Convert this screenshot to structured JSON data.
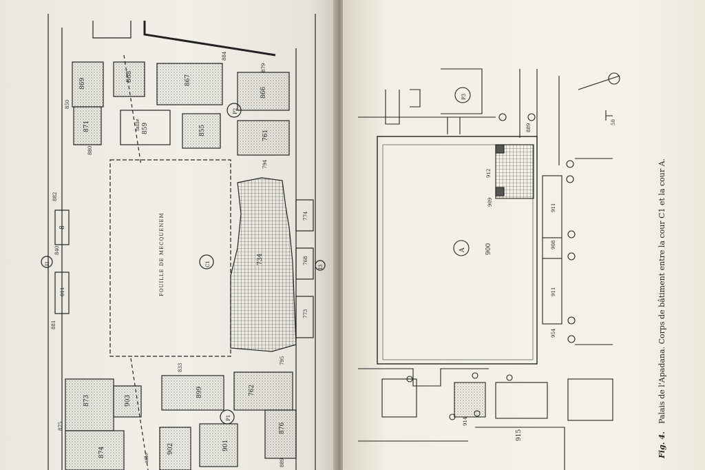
{
  "left_plan": {
    "room_labels": {
      "r869": "869",
      "r868": "868",
      "r867": "867",
      "r866": "866",
      "r871": "871",
      "r859": "859",
      "r855": "855",
      "r761": "761",
      "r850": "850",
      "r880": "880",
      "r884": "884",
      "r879": "879",
      "r794": "794",
      "r774": "774",
      "r882": "882",
      "r8": "8",
      "r840": "840",
      "r734": "734",
      "r768": "768",
      "r811": "811",
      "r881": "881",
      "r773": "773",
      "r833": "833",
      "r795": "795",
      "r873": "873",
      "r903": "903",
      "r899": "899",
      "r762": "762",
      "r876": "876",
      "r875": "875",
      "r874": "874",
      "r902": "902",
      "r901": "901",
      "r889": "889"
    },
    "annotations": {
      "fouille": "FOUILLE DE MECQUENEM",
      "faille": "faille",
      "faille2": "aille"
    },
    "markers": {
      "c1": "C1",
      "i1": "I1",
      "p2": "P2",
      "p1": "P1",
      "i3": "I3"
    }
  },
  "right_plan": {
    "room_labels": {
      "r900": "900",
      "r912": "912",
      "r909": "909",
      "r911a": "911",
      "r911b": "911",
      "r908": "908",
      "r954": "954",
      "r889": "889",
      "r914": "914",
      "r915": "915"
    },
    "markers": {
      "a": "A",
      "p3": "P3"
    },
    "scale": "50"
  },
  "caption": {
    "fig": "Fig. 4.",
    "text": "Palais de l'Apadana. Corps de bâtiment entre la cour C1 et la cour A."
  }
}
